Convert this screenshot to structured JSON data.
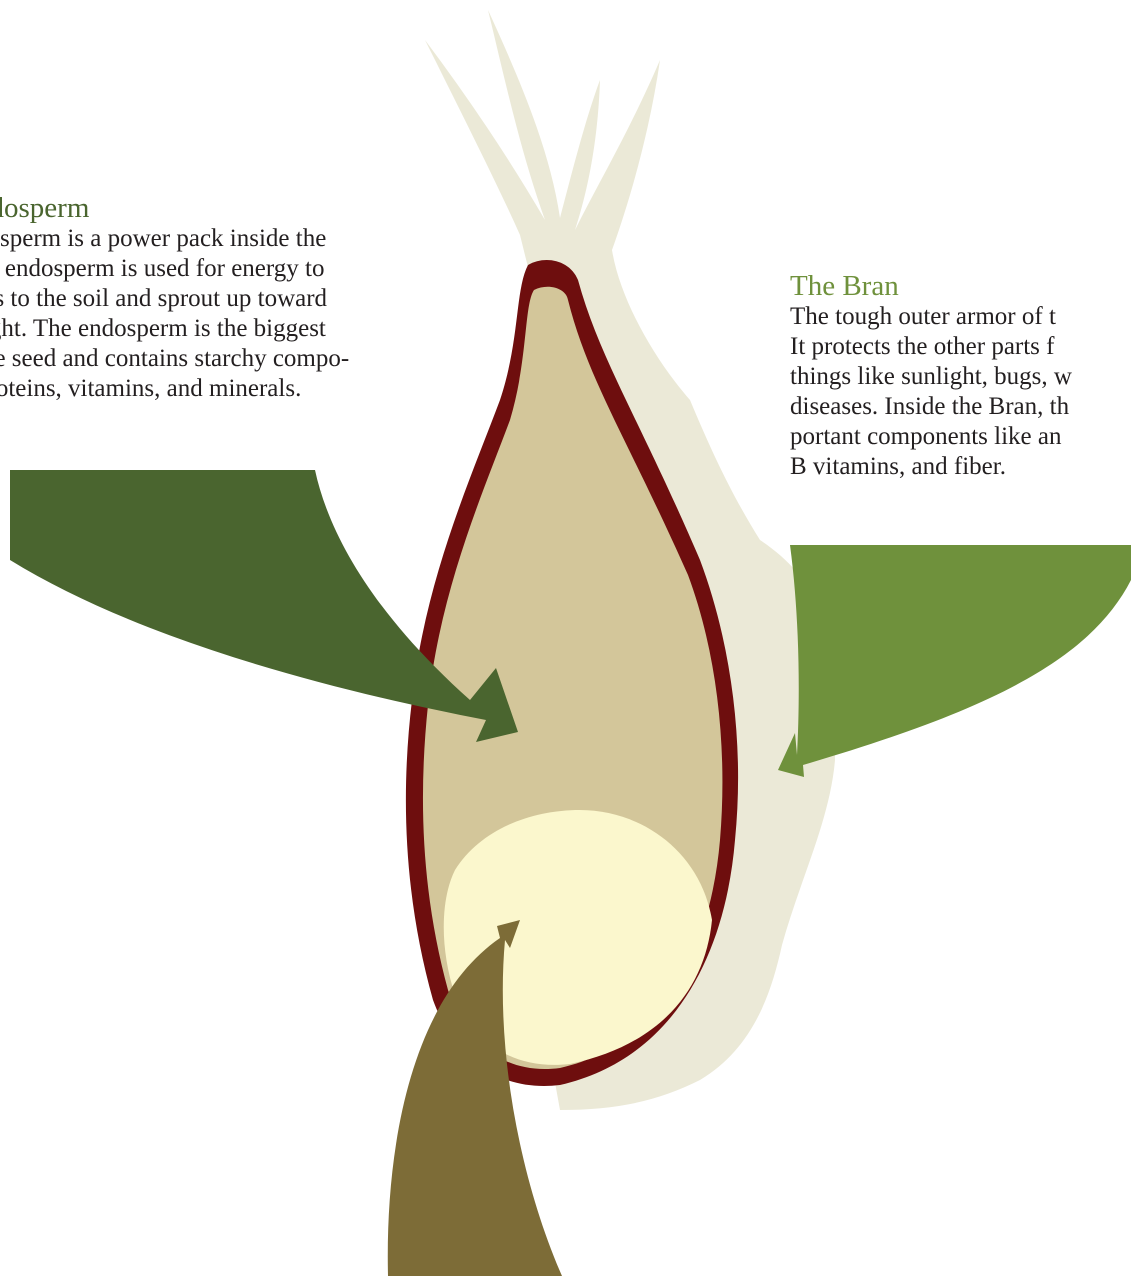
{
  "colors": {
    "bran_outer": "#ebe9d7",
    "seed_coat": "#6e0e0e",
    "endosperm_fill": "#d3c69a",
    "germ_fill": "#fbf7cd",
    "endosperm_arrow": "#4a652f",
    "bran_arrow": "#6f913c",
    "germ_arrow": "#7d6c37",
    "endosperm_title": "#4a652f",
    "bran_title": "#6f913c",
    "body_text": "#231f20"
  },
  "endosperm": {
    "title": "ndosperm",
    "lines": [
      "dosperm is a power pack inside the",
      "he endosperm is used for energy to",
      "ots to the soil and sprout up toward",
      "light. The endosperm is the biggest",
      "the seed and contains starchy compo-",
      "proteins, vitamins, and minerals."
    ]
  },
  "bran": {
    "title": "The Bran",
    "lines": [
      "The tough outer armor of t",
      "It protects the other parts f",
      "things like sunlight, bugs, w",
      "diseases. Inside the Bran, th",
      "portant components like an",
      "B vitamins, and fiber."
    ]
  }
}
